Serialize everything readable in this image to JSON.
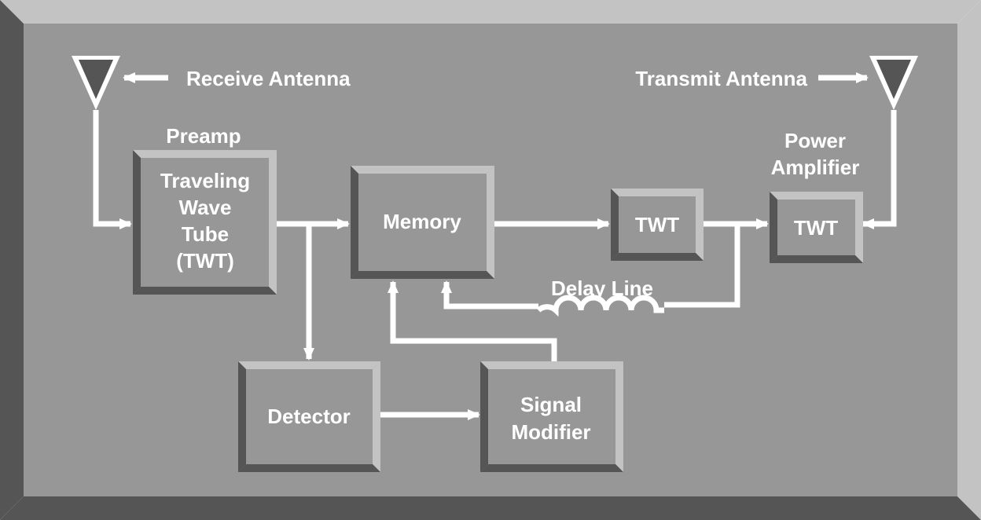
{
  "colors": {
    "panel_face": "#979797",
    "bevel_light": "#c3c3c3",
    "bevel_dark": "#555555",
    "block_face": "#979797",
    "antenna_fill": "#555555",
    "line": "#ffffff",
    "text": "#ffffff"
  },
  "labels": {
    "receive_antenna": "Receive Antenna",
    "transmit_antenna": "Transmit Antenna",
    "preamp": "Preamp",
    "power_amplifier_line1": "Power",
    "power_amplifier_line2": "Amplifier",
    "delay_line": "Delay Line"
  },
  "blocks": {
    "twt_preamp": {
      "lines": [
        "Traveling",
        "Wave",
        "Tube",
        "(TWT)"
      ]
    },
    "memory": {
      "lines": [
        "Memory"
      ]
    },
    "twt_mid": {
      "lines": [
        "TWT"
      ]
    },
    "twt_power": {
      "lines": [
        "TWT"
      ]
    },
    "detector": {
      "lines": [
        "Detector"
      ]
    },
    "signal_modifier": {
      "lines": [
        "Signal",
        "Modifier"
      ]
    }
  },
  "icons": {
    "receive_antenna": "antenna-icon",
    "transmit_antenna": "antenna-icon",
    "delay_line": "coil-icon"
  }
}
